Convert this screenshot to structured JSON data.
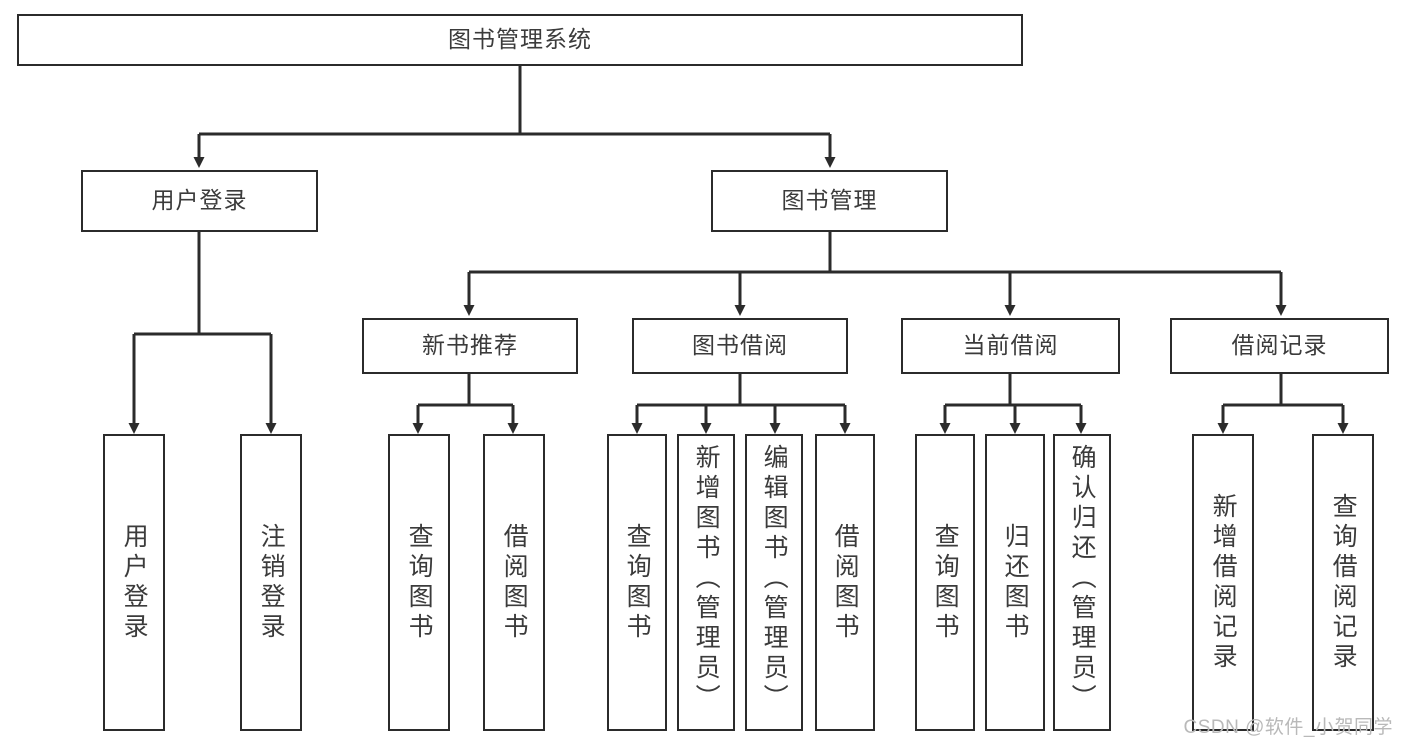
{
  "diagram": {
    "title": "图书管理系统",
    "watermark": "CSDN @软件_小贺同学",
    "colors": {
      "box_border": "#2b2b2b",
      "box_fill": "#ffffff",
      "text": "#3b3b3b",
      "edge": "#2b2b2b",
      "watermark": "#b9b9b9",
      "background": "#ffffff"
    },
    "root": {
      "label": "图书管理系统"
    },
    "level2": [
      {
        "label": "用户登录"
      },
      {
        "label": "图书管理"
      }
    ],
    "level3": [
      {
        "label": "新书推荐"
      },
      {
        "label": "图书借阅"
      },
      {
        "label": "当前借阅"
      },
      {
        "label": "借阅记录"
      }
    ],
    "leaves": [
      {
        "label": "用户登录",
        "parent": "用户登录"
      },
      {
        "label": "注销登录",
        "parent": "用户登录"
      },
      {
        "label": "查询图书",
        "parent": "新书推荐"
      },
      {
        "label": "借阅图书",
        "parent": "新书推荐"
      },
      {
        "label": "查询图书",
        "parent": "图书借阅"
      },
      {
        "label": "新增图书（管理员）",
        "parent": "图书借阅"
      },
      {
        "label": "编辑图书（管理员）",
        "parent": "图书借阅"
      },
      {
        "label": "借阅图书",
        "parent": "图书借阅"
      },
      {
        "label": "查询图书",
        "parent": "当前借阅"
      },
      {
        "label": "归还图书",
        "parent": "当前借阅"
      },
      {
        "label": "确认归还（管理员）",
        "parent": "当前借阅"
      },
      {
        "label": "新增借阅记录",
        "parent": "借阅记录"
      },
      {
        "label": "查询借阅记录",
        "parent": "借阅记录"
      }
    ]
  }
}
